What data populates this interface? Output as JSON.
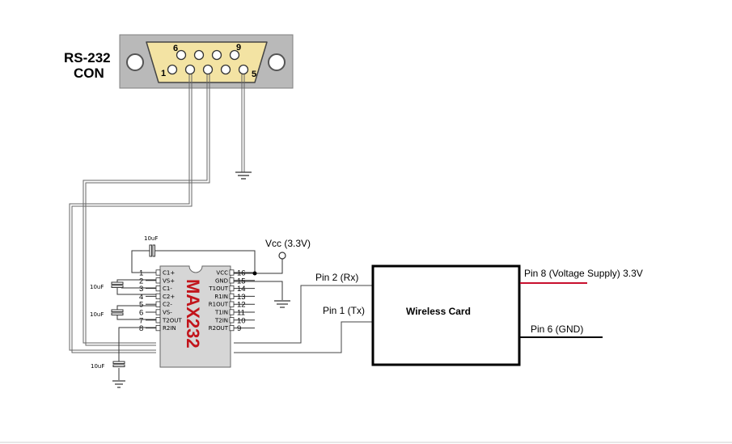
{
  "connector": {
    "title_line1": "RS-232",
    "title_line2": "CON",
    "pin_1": "1",
    "pin_5": "5",
    "pin_6": "6",
    "pin_9": "9"
  },
  "chip": {
    "name": "MAX232",
    "left_pins": [
      {
        "num": "1",
        "label": "C1+"
      },
      {
        "num": "2",
        "label": "VS+"
      },
      {
        "num": "3",
        "label": "C1-"
      },
      {
        "num": "4",
        "label": "C2+"
      },
      {
        "num": "5",
        "label": "C2-"
      },
      {
        "num": "6",
        "label": "VS-"
      },
      {
        "num": "7",
        "label": "T2OUT"
      },
      {
        "num": "8",
        "label": "R2IN"
      }
    ],
    "right_pins": [
      {
        "num": "16",
        "label": "VCC"
      },
      {
        "num": "15",
        "label": "GND"
      },
      {
        "num": "14",
        "label": "T1OUT"
      },
      {
        "num": "13",
        "label": "R1IN"
      },
      {
        "num": "12",
        "label": "R1OUT"
      },
      {
        "num": "11",
        "label": "T1IN"
      },
      {
        "num": "10",
        "label": "T2IN"
      },
      {
        "num": "9",
        "label": "R2OUT"
      }
    ]
  },
  "capacitors": {
    "top": "10uF",
    "left_1": "10uF",
    "left_2": "10uF",
    "bottom": "10uF"
  },
  "vcc_label": "Vcc (3.3V)",
  "pin_rx": "Pin 2 (Rx)",
  "pin_tx": "Pin 1 (Tx)",
  "wireless_card": "Wireless Card",
  "pin_vsupply": "Pin 8 (Voltage Supply) 3.3V",
  "pin_gnd": "Pin 6 (GND)",
  "colors": {
    "connector_body": "#b9b9b9",
    "connector_face": "#f3e3a3",
    "chip_body": "#d6d6d6",
    "chip_name": "#c2141b",
    "supply_wire": "#c8102e"
  }
}
